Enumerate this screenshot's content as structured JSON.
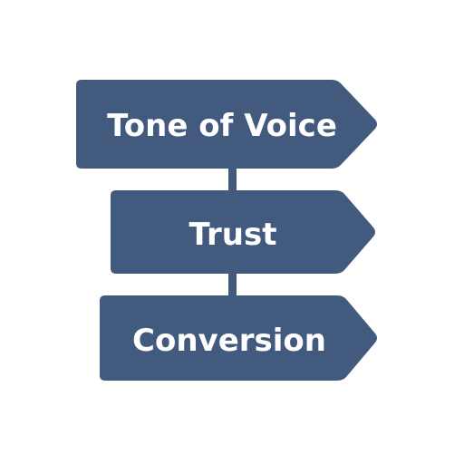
{
  "colors": {
    "sign_fill": "#435a7f",
    "connector": "#435a7f",
    "text": "#ffffff",
    "background": "#ffffff"
  },
  "signs": [
    {
      "label": "Tone of Voice",
      "shape": "arrow-right-icon"
    },
    {
      "label": "Trust",
      "shape": "arrow-right-icon"
    },
    {
      "label": "Conversion",
      "shape": "arrow-right-icon"
    }
  ]
}
